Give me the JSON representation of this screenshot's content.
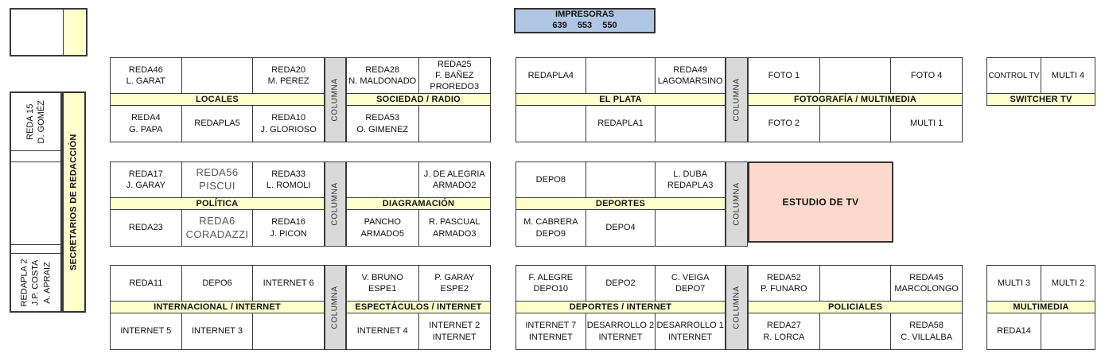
{
  "columna_label": "COLUMNA",
  "printers": {
    "title": "IMPRESORAS",
    "numbers": "639 553 550"
  },
  "left_column": {
    "cells": [
      "REDA 15\nD. GOMÉZ",
      "",
      "",
      "",
      "REDAPLA 2\nJ.P. COSTA\nA. APRAIZ"
    ],
    "band": "SECRETARIOS DE REDACCIÓN"
  },
  "estudio": {
    "label": "ESTUDIO DE TV"
  },
  "blocks": [
    {
      "label": "LOCALES",
      "top": [
        "REDA46\nL. GARAT",
        "",
        "REDA20\nM. PEREZ"
      ],
      "bottom": [
        "REDA4\nG. PAPA",
        "REDAPLA5",
        "REDA10\nJ. GLORIOSO"
      ]
    },
    {
      "label": "SOCIEDAD / RADIO",
      "top": [
        "REDA28\nN. MALDONADO",
        "REDA25\nF. BAÑEZ\nPROREDO3"
      ],
      "bottom": [
        "REDA53\nO. GIMENEZ",
        ""
      ]
    },
    {
      "label": "EL PLATA",
      "top": [
        "REDAPLA4",
        "",
        "REDA49\nLAGOMARSINO"
      ],
      "bottom": [
        "",
        "REDAPLA1",
        ""
      ]
    },
    {
      "label": "FOTOGRAFÍA / MULTIMEDIA",
      "top": [
        "FOTO 1",
        "",
        "FOTO 4"
      ],
      "bottom": [
        "FOTO 2",
        "",
        "MULTI 1"
      ]
    },
    {
      "label": "SWITCHER TV",
      "top": [
        "CONTROL TV",
        "MULTI 4"
      ],
      "bottom": []
    },
    {
      "label": "POLÍTICA",
      "top": [
        "REDA17\nJ. GARAY",
        "REDA56\nPISCUI",
        "REDA33\nL. ROMOLI"
      ],
      "bottom": [
        "REDA23",
        "REDA6\nCORADAZZI",
        "REDA16\nJ. PICON"
      ]
    },
    {
      "label": "DIAGRAMACIÓN",
      "top": [
        "",
        "J. DE ALEGRIA\nARMADO2"
      ],
      "bottom": [
        "PANCHO\nARMADO5",
        "R. PASCUAL\nARMADO3"
      ]
    },
    {
      "label": "DEPORTES",
      "top": [
        "DEPO8",
        "",
        "L. DUBA\nREDAPLA3"
      ],
      "bottom": [
        "M. CABRERA\nDEPO9",
        "DEPO4",
        ""
      ]
    },
    {
      "label": "INTERNACIONAL / INTERNET",
      "top": [
        "REDA11",
        "DEPO6",
        "INTERNET 6"
      ],
      "bottom": [
        "INTERNET 5",
        "INTERNET 3",
        ""
      ]
    },
    {
      "label": "ESPECTÁCULOS / INTERNET",
      "top": [
        "V. BRUNO\nESPE1",
        "P. GARAY\nESPE2"
      ],
      "bottom": [
        "INTERNET 4",
        "INTERNET 2\nINTERNET"
      ]
    },
    {
      "label": "DEPORTES / INTERNET",
      "top": [
        "F. ALEGRE\nDEPO10",
        "DEPO2",
        "C. VEIGA\nDEPO7"
      ],
      "bottom": [
        "INTERNET 7\nINTERNET",
        "DESARROLLO 2\nINTERNET",
        "DESARROLLO 1\nINTERNET"
      ]
    },
    {
      "label": "POLICIALES",
      "top": [
        "REDA52\nP. FUNARO",
        "",
        "REDA45\nMARCOLONGO"
      ],
      "bottom": [
        "REDA27\nR. LORCA",
        "",
        "REDA58\nC. VILLALBA"
      ]
    },
    {
      "label": "MULTIMEDIA",
      "top": [
        "MULTI 3",
        "MULTI 2"
      ],
      "bottom": [
        "REDA14",
        ""
      ]
    }
  ],
  "colors": {
    "band_yellow": "#FFFFCC",
    "pillar_gray": "#D9D9D9",
    "printers_blue": "#B0C7E3",
    "studio_pink": "#FCD9CB",
    "border": "#3a3a3a"
  }
}
